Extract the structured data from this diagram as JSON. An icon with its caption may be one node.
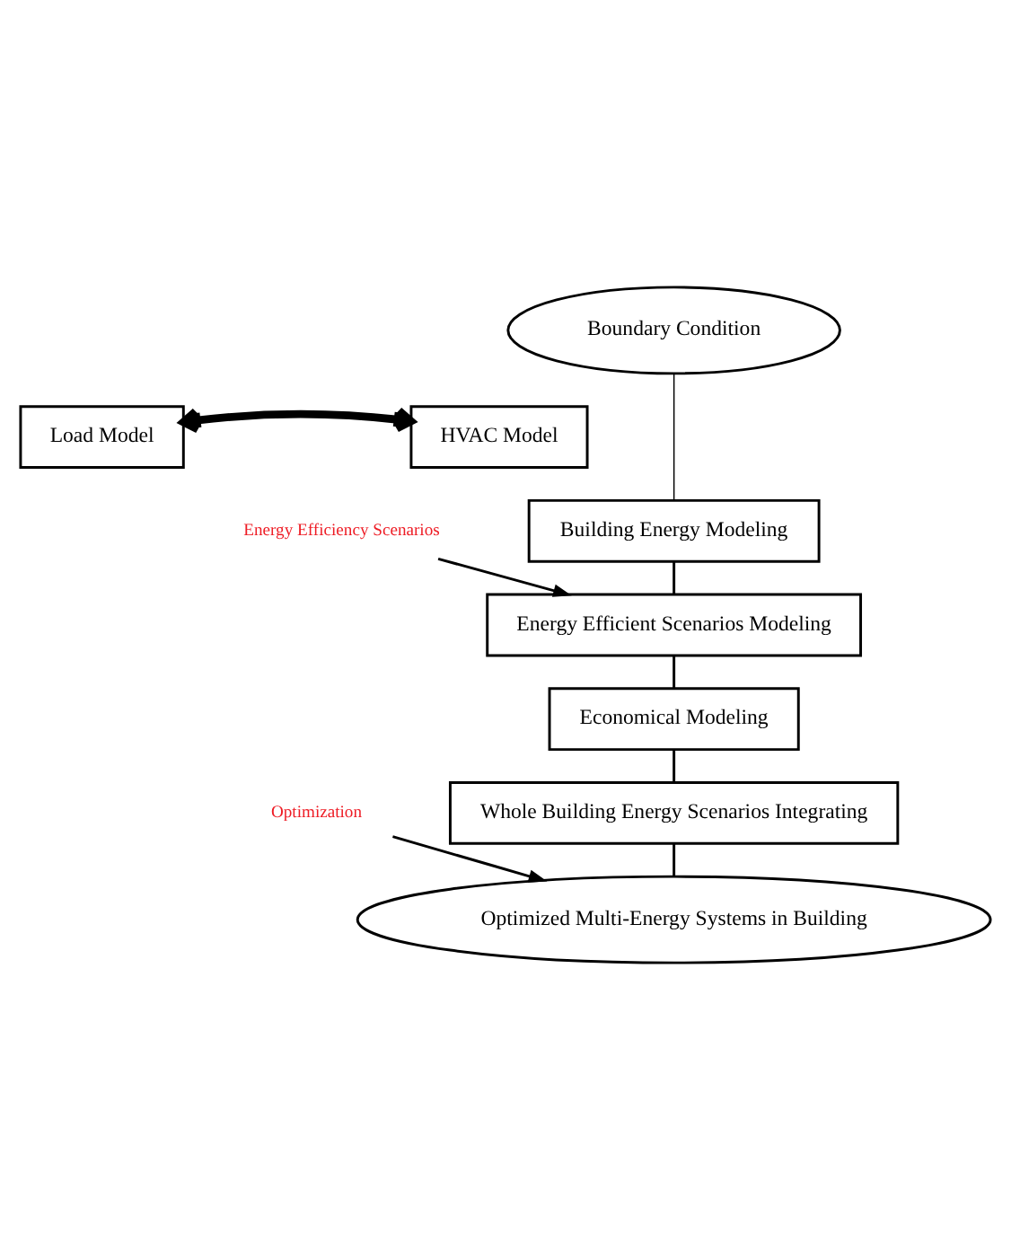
{
  "diagram": {
    "nodes": [
      {
        "text": [
          "Boundary Condition"
        ]
      },
      {
        "text": [
          "Load Model"
        ]
      },
      {
        "text": [
          "HVAC Model"
        ]
      },
      {
        "text": [
          "Building Energy Modeling"
        ]
      },
      {
        "text": [
          "Energy Efficient Scenarios Modeling"
        ]
      },
      {
        "text": [
          "Economical Modeling"
        ]
      },
      {
        "text": [
          "Whole Building Energy Scenarios Integrating"
        ]
      },
      {
        "text": [
          "Optimized Multi-Energy Systems in Building"
        ]
      },
      {
        "text": [
          "Energy Efficiency Scenarios"
        ]
      },
      {
        "text": [
          "Optimization"
        ]
      }
    ],
    "edges": [
      {
        "from": 0,
        "to": 3,
        "arrow": "none"
      },
      {
        "from": 1,
        "to": 2,
        "arrow": "both",
        "style": "thick"
      },
      {
        "from": 3,
        "to": 4,
        "arrow": "none"
      },
      {
        "from": 4,
        "to": 5,
        "arrow": "none"
      },
      {
        "from": 5,
        "to": 6,
        "arrow": "none"
      },
      {
        "from": 6,
        "to": 7,
        "arrow": "none"
      },
      {
        "from": 8,
        "to": 4,
        "arrow": "to"
      },
      {
        "from": 9,
        "to": 7,
        "arrow": "to"
      }
    ]
  }
}
